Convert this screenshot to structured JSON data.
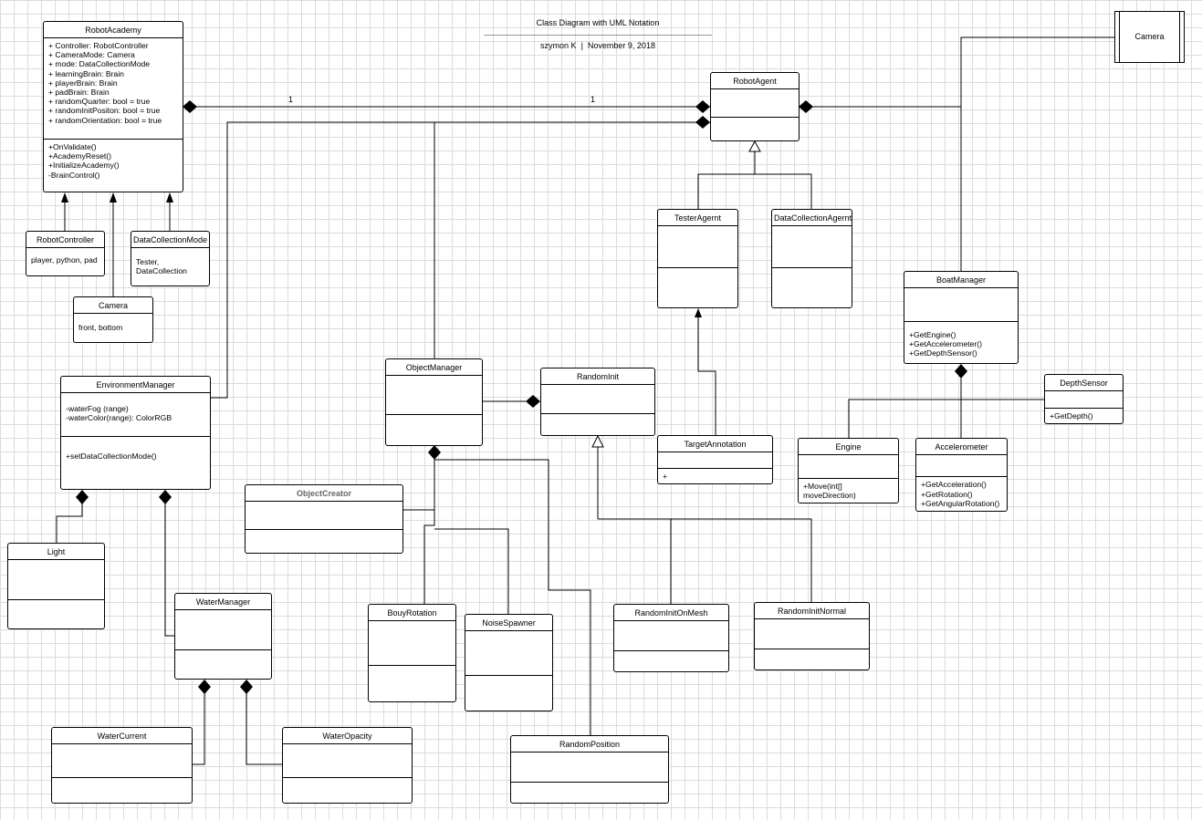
{
  "diagram": {
    "title": "Class Diagram with UML Notation",
    "author": "szymon K",
    "date": "November 9, 2018",
    "multiplicities": {
      "left": "1",
      "right": "1"
    }
  },
  "classes": {
    "robot_academy": {
      "name": "RobotAcademy",
      "attributes": [
        "+ Controller: RobotController",
        "+ CameraMode: Camera",
        "+ mode: DataCollectionMode",
        "+ learningBrain: Brain",
        "+ playerBrain: Brain",
        "+ padBrain: Brain",
        "+ randomQuarter: bool = true",
        "+ randomInitPositon: bool = true",
        "+ randomOrientation: bool = true"
      ],
      "methods": [
        "+OnValidate()",
        "+AcademyReset()",
        "+InitializeAcademy()",
        "-BrainControl()"
      ]
    },
    "robot_controller": {
      "name": "RobotController",
      "values": [
        "player, python, pad"
      ]
    },
    "data_collection_mode": {
      "name": "DataCollectionMode",
      "values": [
        "Tester,",
        "DataCollection"
      ]
    },
    "camera_enum": {
      "name": "Camera",
      "values": [
        "front, bottom"
      ]
    },
    "camera_top": {
      "name": "Camera"
    },
    "environment_manager": {
      "name": "EnvironmentManager",
      "attributes": [
        "-waterFog (range)",
        "-waterColor(range): ColorRGB"
      ],
      "methods": [
        "+setDataCollectionMode()"
      ]
    },
    "light": {
      "name": "Light"
    },
    "water_manager": {
      "name": "WaterManager"
    },
    "water_current": {
      "name": "WaterCurrent"
    },
    "water_opacity": {
      "name": "WaterOpacity"
    },
    "object_manager": {
      "name": "ObjectManager"
    },
    "object_creator": {
      "name": "ObjectCreator"
    },
    "bouy_rotation": {
      "name": "BouyRotation"
    },
    "noise_spawner": {
      "name": "NoiseSpawner"
    },
    "random_position": {
      "name": "RandomPosition"
    },
    "random_init": {
      "name": "RandomInit"
    },
    "random_init_on_mesh": {
      "name": "RandomInitOnMesh"
    },
    "random_init_normal": {
      "name": "RandomInitNormal"
    },
    "robot_agent": {
      "name": "RobotAgent"
    },
    "tester_agent": {
      "name": "TesterAgernt"
    },
    "data_collection_agent": {
      "name": "DataCollectionAgernt"
    },
    "target_annotation": {
      "name": "TargetAnnotation",
      "methods": [
        "+"
      ]
    },
    "boat_manager": {
      "name": "BoatManager",
      "methods": [
        "+GetEngine()",
        "+GetAccelerometer()",
        "+GetDepthSensor()"
      ]
    },
    "depth_sensor": {
      "name": "DepthSensor",
      "methods": [
        "+GetDepth()"
      ]
    },
    "engine": {
      "name": "Engine",
      "methods": [
        "+Move(int[]",
        "moveDirection)"
      ]
    },
    "accelerometer": {
      "name": "Accelerometer",
      "methods": [
        "+GetAcceleration()",
        "+GetRotation()",
        "+GetAngularRotation()"
      ]
    }
  }
}
